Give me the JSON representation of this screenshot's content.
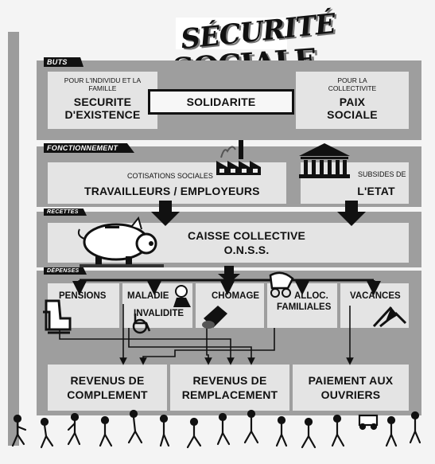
{
  "title": {
    "line1": "SÉCURITÉ",
    "line2": "SOCIALE"
  },
  "sections": {
    "buts": "BUTS",
    "fonctionnement": "FONCTIONNEMENT",
    "recettes": "RECETTES",
    "depenses": "DÉPENSES"
  },
  "buts": {
    "left_small": "POUR L'INDIVIDU ET LA FAMILLE",
    "left_big_1": "SECURITE",
    "left_big_2": "D'EXISTENCE",
    "center": "SOLIDARITE",
    "right_small": "POUR LA COLLECTIVITE",
    "right_big_1": "PAIX",
    "right_big_2": "SOCIALE"
  },
  "fonctionnement": {
    "left_small": "COTISATIONS SOCIALES",
    "left_big": "TRAVAILLEURS / EMPLOYEURS",
    "right_small": "SUBSIDES DE",
    "right_big": "L'ETAT"
  },
  "recettes": {
    "line1": "CAISSE COLLECTIVE",
    "line2": "O.N.S.S."
  },
  "depenses": {
    "pensions": "PENSIONS",
    "maladie": "MALADIE",
    "invalidite": "INVALIDITE",
    "chomage": "CHOMAGE",
    "alloc_1": "ALLOC.",
    "alloc_2": "FAMILIALES",
    "vacances": "VACANCES"
  },
  "results": {
    "complement_1": "REVENUS DE",
    "complement_2": "COMPLEMENT",
    "remplacement_1": "REVENUS DE",
    "remplacement_2": "REMPLACEMENT",
    "paiement_1": "PAIEMENT AUX",
    "paiement_2": "OUVRIERS"
  },
  "icons": [
    "factory-icon",
    "temple-icon",
    "piggy-bank-icon",
    "armchair-icon",
    "bandage-icon",
    "wheelchair-icon",
    "canister-icon",
    "pram-icon",
    "deckchair-icon",
    "walking-crowd-icon"
  ],
  "colors": {
    "panel": "#9e9e9e",
    "box": "#e4e4e4",
    "ink": "#111111"
  }
}
